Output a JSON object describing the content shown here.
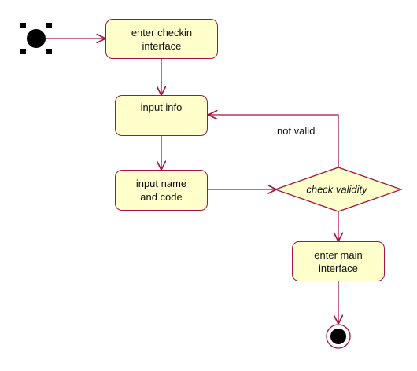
{
  "colors": {
    "border": "#a0163f",
    "fill": "#ffffcc",
    "node": "#000000",
    "selection_handle": "#000000"
  },
  "activities": {
    "enter_checkin": "enter checkin\ninterface",
    "input_info": "input info",
    "input_name_code": "input name\nand code",
    "enter_main": "enter main\ninterface"
  },
  "decision": {
    "label": "check validity"
  },
  "guards": {
    "not_valid": "not valid"
  }
}
